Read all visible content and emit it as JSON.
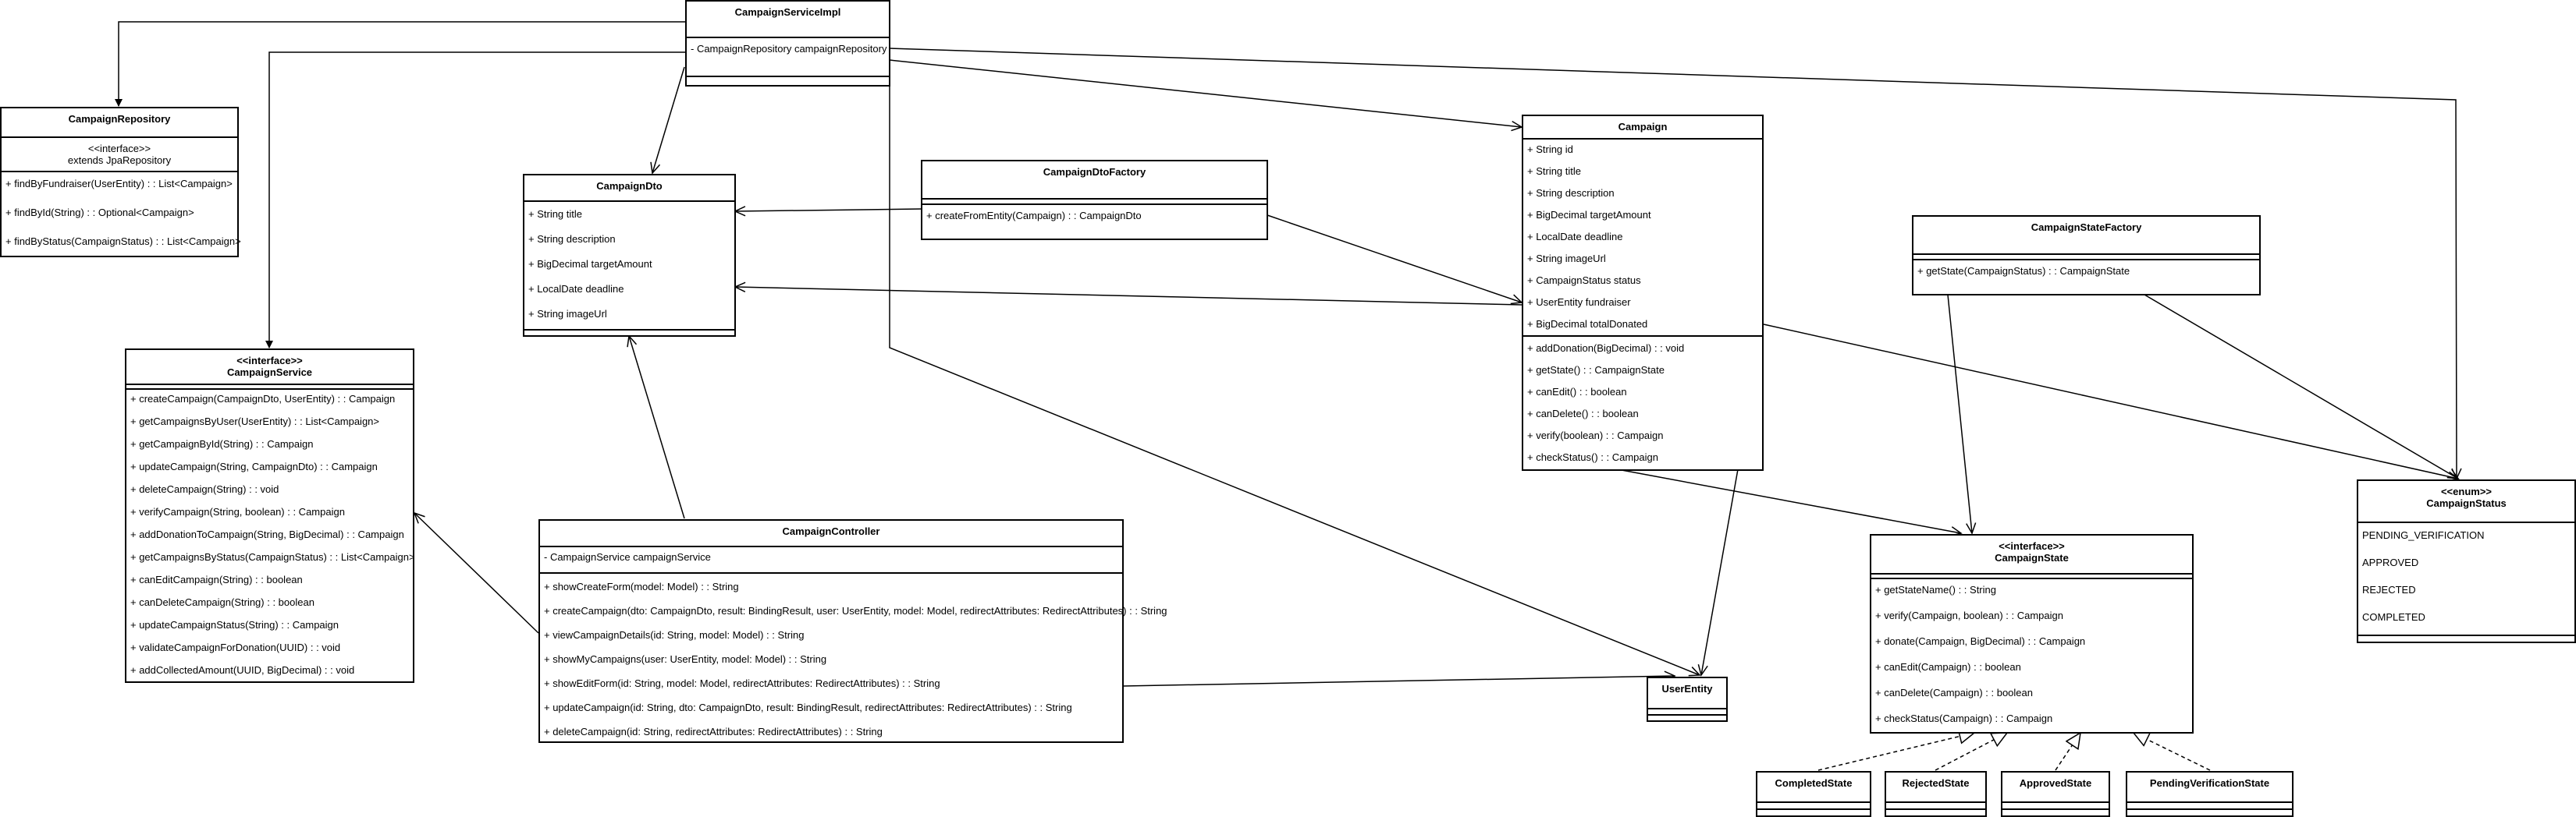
{
  "classes": {
    "campaign_service_impl": {
      "name": "CampaignServiceImpl",
      "fields": [
        "- CampaignRepository campaignRepository"
      ],
      "methods": []
    },
    "campaign_repository": {
      "name": "CampaignRepository",
      "stereotype": "<<interface>>",
      "extends": "extends JpaRepository",
      "methods": [
        "+ findByFundraiser(UserEntity) : : List<Campaign>",
        "+ findById(String) : : Optional<Campaign>",
        "+ findByStatus(CampaignStatus) : : List<Campaign>"
      ]
    },
    "campaign_dto": {
      "name": "CampaignDto",
      "fields": [
        "+ String title",
        "+ String description",
        "+ BigDecimal targetAmount",
        "+ LocalDate deadline",
        "+ String imageUrl"
      ]
    },
    "campaign_dto_factory": {
      "name": "CampaignDtoFactory",
      "methods": [
        "+ createFromEntity(Campaign) : : CampaignDto"
      ]
    },
    "campaign": {
      "name": "Campaign",
      "fields": [
        "+ String id",
        "+ String title",
        "+ String description",
        "+ BigDecimal targetAmount",
        "+ LocalDate deadline",
        "+ String imageUrl",
        "+ CampaignStatus status",
        "+ UserEntity fundraiser",
        "+ BigDecimal totalDonated"
      ],
      "methods": [
        "+ addDonation(BigDecimal) : : void",
        "+ getState() : : CampaignState",
        "+ canEdit() : : boolean",
        "+ canDelete() : : boolean",
        "+ verify(boolean) : : Campaign",
        "+ checkStatus() : : Campaign"
      ]
    },
    "campaign_state_factory": {
      "name": "CampaignStateFactory",
      "methods": [
        "+ getState(CampaignStatus) : : CampaignState"
      ]
    },
    "campaign_service": {
      "stereotype": "<<interface>>",
      "name": "CampaignService",
      "methods": [
        "+ createCampaign(CampaignDto, UserEntity) : : Campaign",
        "+ getCampaignsByUser(UserEntity) : : List<Campaign>",
        "+ getCampaignById(String) : : Campaign",
        "+ updateCampaign(String, CampaignDto) : : Campaign",
        "+ deleteCampaign(String) : : void",
        "+ verifyCampaign(String, boolean) : : Campaign",
        "+ addDonationToCampaign(String, BigDecimal) : : Campaign",
        "+ getCampaignsByStatus(CampaignStatus) : : List<Campaign>",
        "+ canEditCampaign(String) : : boolean",
        "+ canDeleteCampaign(String) : : boolean",
        "+ updateCampaignStatus(String) : : Campaign",
        "+ validateCampaignForDonation(UUID) : : void",
        "+ addCollectedAmount(UUID, BigDecimal) : : void"
      ]
    },
    "campaign_controller": {
      "name": "CampaignController",
      "fields": [
        "- CampaignService campaignService"
      ],
      "methods": [
        "+ showCreateForm(model: Model) : : String",
        "+ createCampaign(dto: CampaignDto, result: BindingResult, user: UserEntity, model: Model, redirectAttributes: RedirectAttributes) : : String",
        "+ viewCampaignDetails(id: String, model: Model) : : String",
        "+ showMyCampaigns(user: UserEntity, model: Model) : : String",
        "+ showEditForm(id: String, model: Model, redirectAttributes: RedirectAttributes) : : String",
        "+ updateCampaign(id: String, dto: CampaignDto, result: BindingResult, redirectAttributes: RedirectAttributes) : : String",
        "+ deleteCampaign(id: String, redirectAttributes: RedirectAttributes) : : String"
      ]
    },
    "user_entity": {
      "name": "UserEntity"
    },
    "campaign_status": {
      "stereotype": "<<enum>>",
      "name": "CampaignStatus",
      "fields": [
        "PENDING_VERIFICATION",
        "APPROVED",
        "REJECTED",
        "COMPLETED"
      ]
    },
    "campaign_state": {
      "stereotype": "<<interface>>",
      "name": "CampaignState",
      "methods": [
        "+ getStateName() : : String",
        "+ verify(Campaign, boolean) : : Campaign",
        "+ donate(Campaign, BigDecimal) : : Campaign",
        "+ canEdit(Campaign) : : boolean",
        "+ canDelete(Campaign) : : boolean",
        "+ checkStatus(Campaign) : : Campaign"
      ]
    },
    "completed_state": {
      "name": "CompletedState"
    },
    "rejected_state": {
      "name": "RejectedState"
    },
    "approved_state": {
      "name": "ApprovedState"
    },
    "pending_verification_state": {
      "name": "PendingVerificationState"
    }
  }
}
